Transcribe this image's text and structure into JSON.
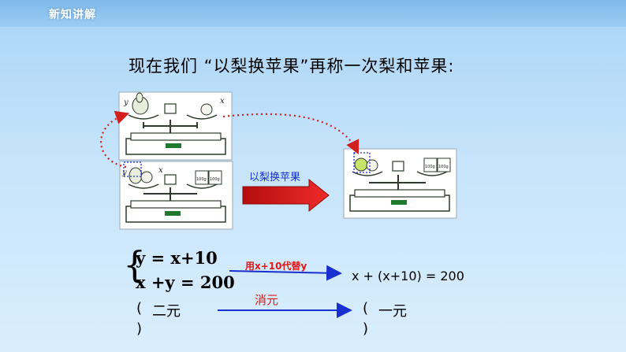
{
  "header": {
    "tag": "新知讲解"
  },
  "headline": "现在我们 “以梨换苹果”再称一次梨和苹果:",
  "figure": {
    "swap_label": "以梨换苹果",
    "var_y": "y",
    "var_x": "x",
    "weight_label": "100g"
  },
  "system": {
    "eq1": "y = x+10",
    "eq2": "x +y = 200",
    "substitute_label_prefix": "用",
    "substitute_label_expr": "x+10",
    "substitute_label_suffix": "代替y",
    "result": "x + (x+10) = 200",
    "eliminate_label": "消元",
    "left_kind_open": "(",
    "left_kind": "二元",
    "left_kind_close": ")",
    "right_kind_open": "(",
    "right_kind": "一元",
    "right_kind_close": ")"
  },
  "colors": {
    "accent_red": "#e01818",
    "arrow_blue": "#1a2fd0",
    "dotted_red": "#d11f1f"
  }
}
